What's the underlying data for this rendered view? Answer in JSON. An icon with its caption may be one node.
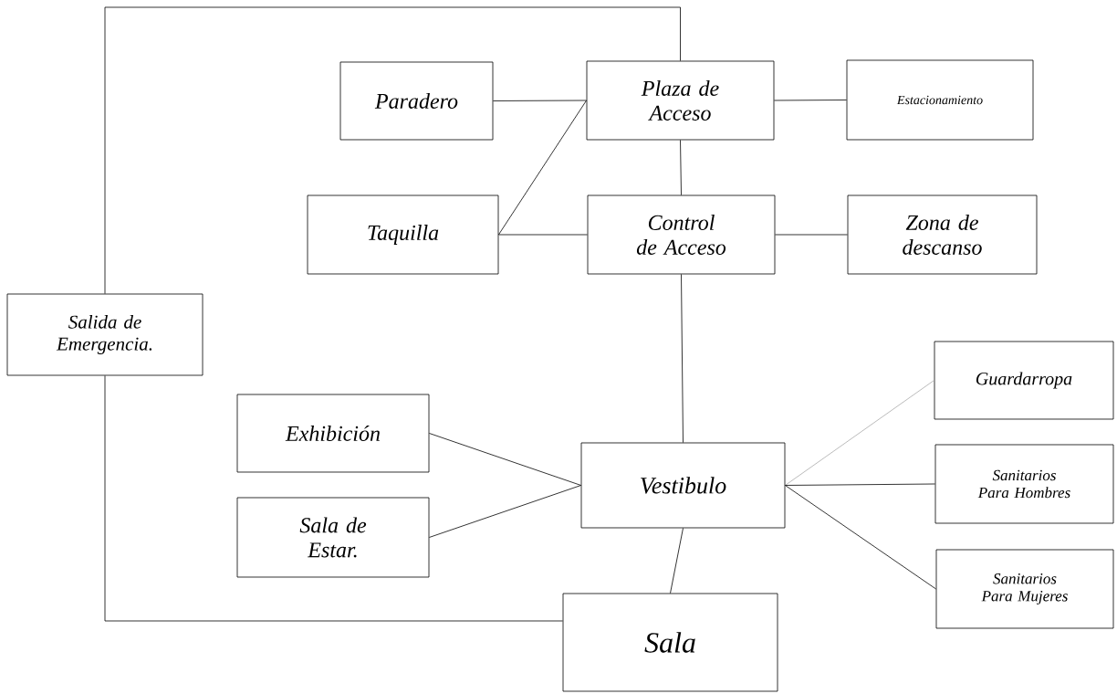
{
  "diagram": {
    "nodes": [
      {
        "text": [
          "Paradero"
        ]
      },
      {
        "text": [
          "Plaza de Acceso"
        ]
      },
      {
        "text": [
          "Estacionamiento"
        ]
      },
      {
        "text": [
          "Taquilla"
        ]
      },
      {
        "text": [
          "Control de Acceso"
        ]
      },
      {
        "text": [
          "Zona de descanso"
        ]
      },
      {
        "text": [
          "Salida de Emergencia."
        ]
      },
      {
        "text": [
          "Exhibición"
        ]
      },
      {
        "text": [
          "Vestibulo"
        ]
      },
      {
        "text": [
          "Guardarropa"
        ]
      },
      {
        "text": [
          "Sala de Estar."
        ]
      },
      {
        "text": [
          "Sanitarios Para Hombres"
        ]
      },
      {
        "text": [
          "Sanitarios Para Mujeres"
        ]
      },
      {
        "text": [
          "Sala"
        ]
      }
    ],
    "edges": [
      {
        "from": 0,
        "to": 1,
        "arrow": "none"
      },
      {
        "from": 3,
        "to": 1,
        "arrow": "none"
      },
      {
        "from": 1,
        "to": 2,
        "arrow": "none"
      },
      {
        "from": 1,
        "to": 4,
        "arrow": "none"
      },
      {
        "from": 3,
        "to": 4,
        "arrow": "none"
      },
      {
        "from": 4,
        "to": 5,
        "arrow": "none"
      },
      {
        "from": 4,
        "to": 8,
        "arrow": "none"
      },
      {
        "from": 7,
        "to": 8,
        "arrow": "none"
      },
      {
        "from": 10,
        "to": 8,
        "arrow": "none"
      },
      {
        "from": 8,
        "to": 9,
        "arrow": "none",
        "color": "#aaaaaa"
      },
      {
        "from": 8,
        "to": 11,
        "arrow": "none"
      },
      {
        "from": 8,
        "to": 12,
        "arrow": "none"
      },
      {
        "from": 8,
        "to": 13,
        "arrow": "none"
      },
      {
        "from": 6,
        "to": 1,
        "arrow": "none"
      },
      {
        "from": 6,
        "to": 13,
        "arrow": "none"
      }
    ]
  }
}
